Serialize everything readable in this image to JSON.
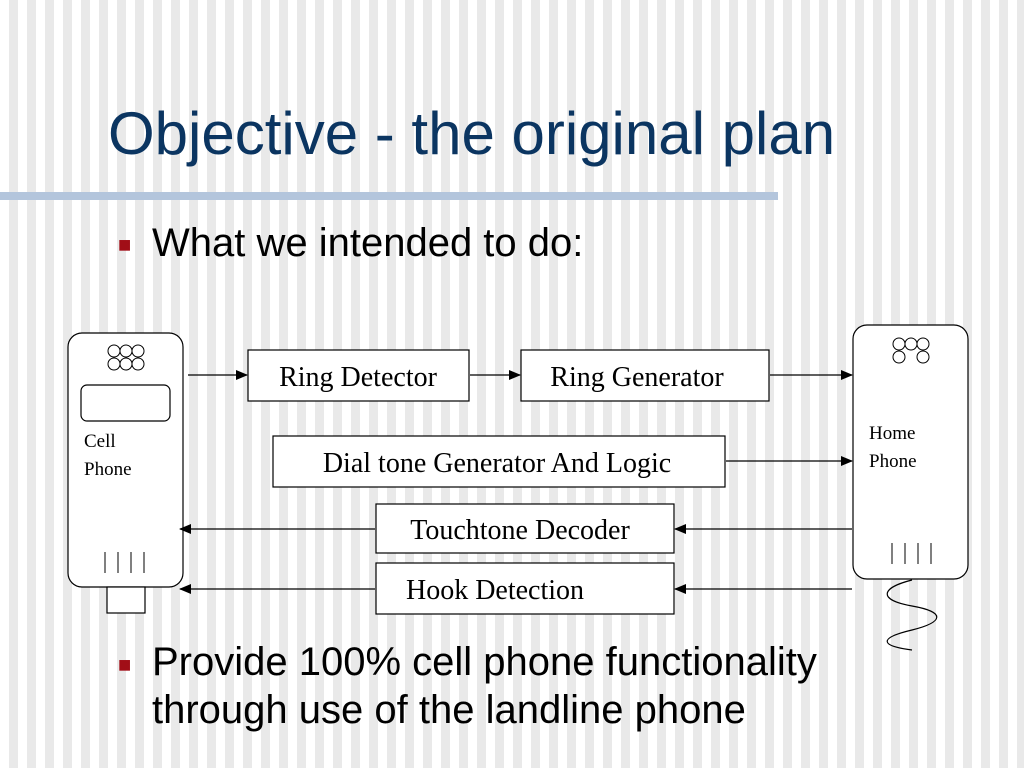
{
  "slide": {
    "title": "Objective - the original plan",
    "bullets": [
      {
        "marker": "■",
        "text": "What we intended to do:"
      },
      {
        "marker": "■",
        "lines": [
          "Provide 100% cell phone functionality",
          "through use of the landline phone"
        ]
      }
    ]
  },
  "diagram": {
    "cell_phone": {
      "label_lines": [
        "Cell",
        "Phone"
      ]
    },
    "home_phone": {
      "label_lines": [
        "Home",
        "Phone"
      ]
    },
    "blocks": {
      "ring_detector": "Ring Detector",
      "ring_generator": "Ring Generator",
      "dial_tone": "Dial tone Generator And Logic",
      "touchtone_decoder": "Touchtone Decoder",
      "hook_detection": "Hook Detection"
    },
    "flows": [
      {
        "from": "Cell Phone",
        "to": "Ring Detector"
      },
      {
        "from": "Ring Detector",
        "to": "Ring Generator"
      },
      {
        "from": "Ring Generator",
        "to": "Home Phone"
      },
      {
        "from": "Dial tone Generator And Logic",
        "to": "Home Phone"
      },
      {
        "from": "Home Phone",
        "to": "Touchtone Decoder"
      },
      {
        "from": "Touchtone Decoder",
        "to": "Cell Phone"
      },
      {
        "from": "Home Phone",
        "to": "Hook Detection"
      },
      {
        "from": "Hook Detection",
        "to": "Cell Phone"
      }
    ]
  },
  "colors": {
    "title": "#0b3561",
    "title_rule": "#b3c5dc",
    "bullet_marker": "#a10e17"
  }
}
